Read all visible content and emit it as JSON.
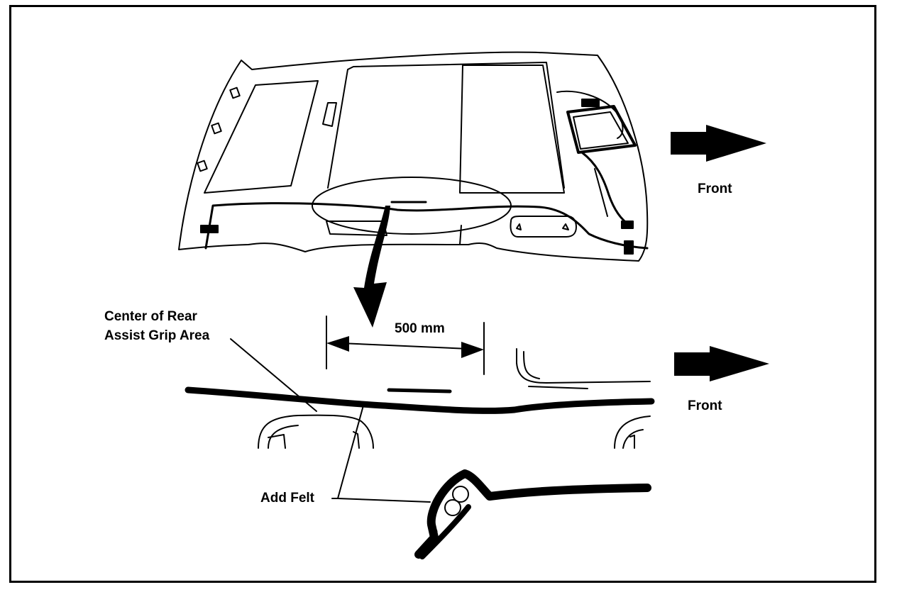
{
  "labels": {
    "front_top": "Front",
    "front_bottom": "Front",
    "dimension": "500 mm",
    "center_line1": "Center of Rear",
    "center_line2": "Assist Grip Area",
    "add_felt": "Add Felt"
  },
  "colors": {
    "ink": "#000000",
    "paper": "#ffffff"
  },
  "icons": [
    "front-arrow-icon",
    "front-arrow-icon",
    "callout-arrow-icon",
    "dimension-arrow-icon"
  ]
}
